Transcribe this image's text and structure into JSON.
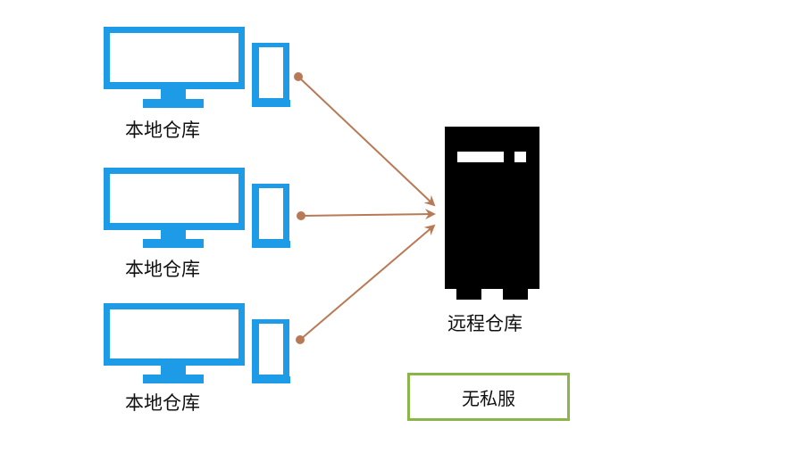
{
  "local_repos": [
    {
      "label": "本地仓库"
    },
    {
      "label": "本地仓库"
    },
    {
      "label": "本地仓库"
    }
  ],
  "remote_repo": {
    "label": "远程仓库"
  },
  "nexus": {
    "label": "无私服"
  },
  "colors": {
    "computer": "#1e9be6",
    "server": "#000000",
    "arrow": "#b87a56",
    "nexus_border": "#8ab548"
  },
  "icons": {
    "local": "desktop-computer-icon",
    "remote": "server-icon"
  }
}
